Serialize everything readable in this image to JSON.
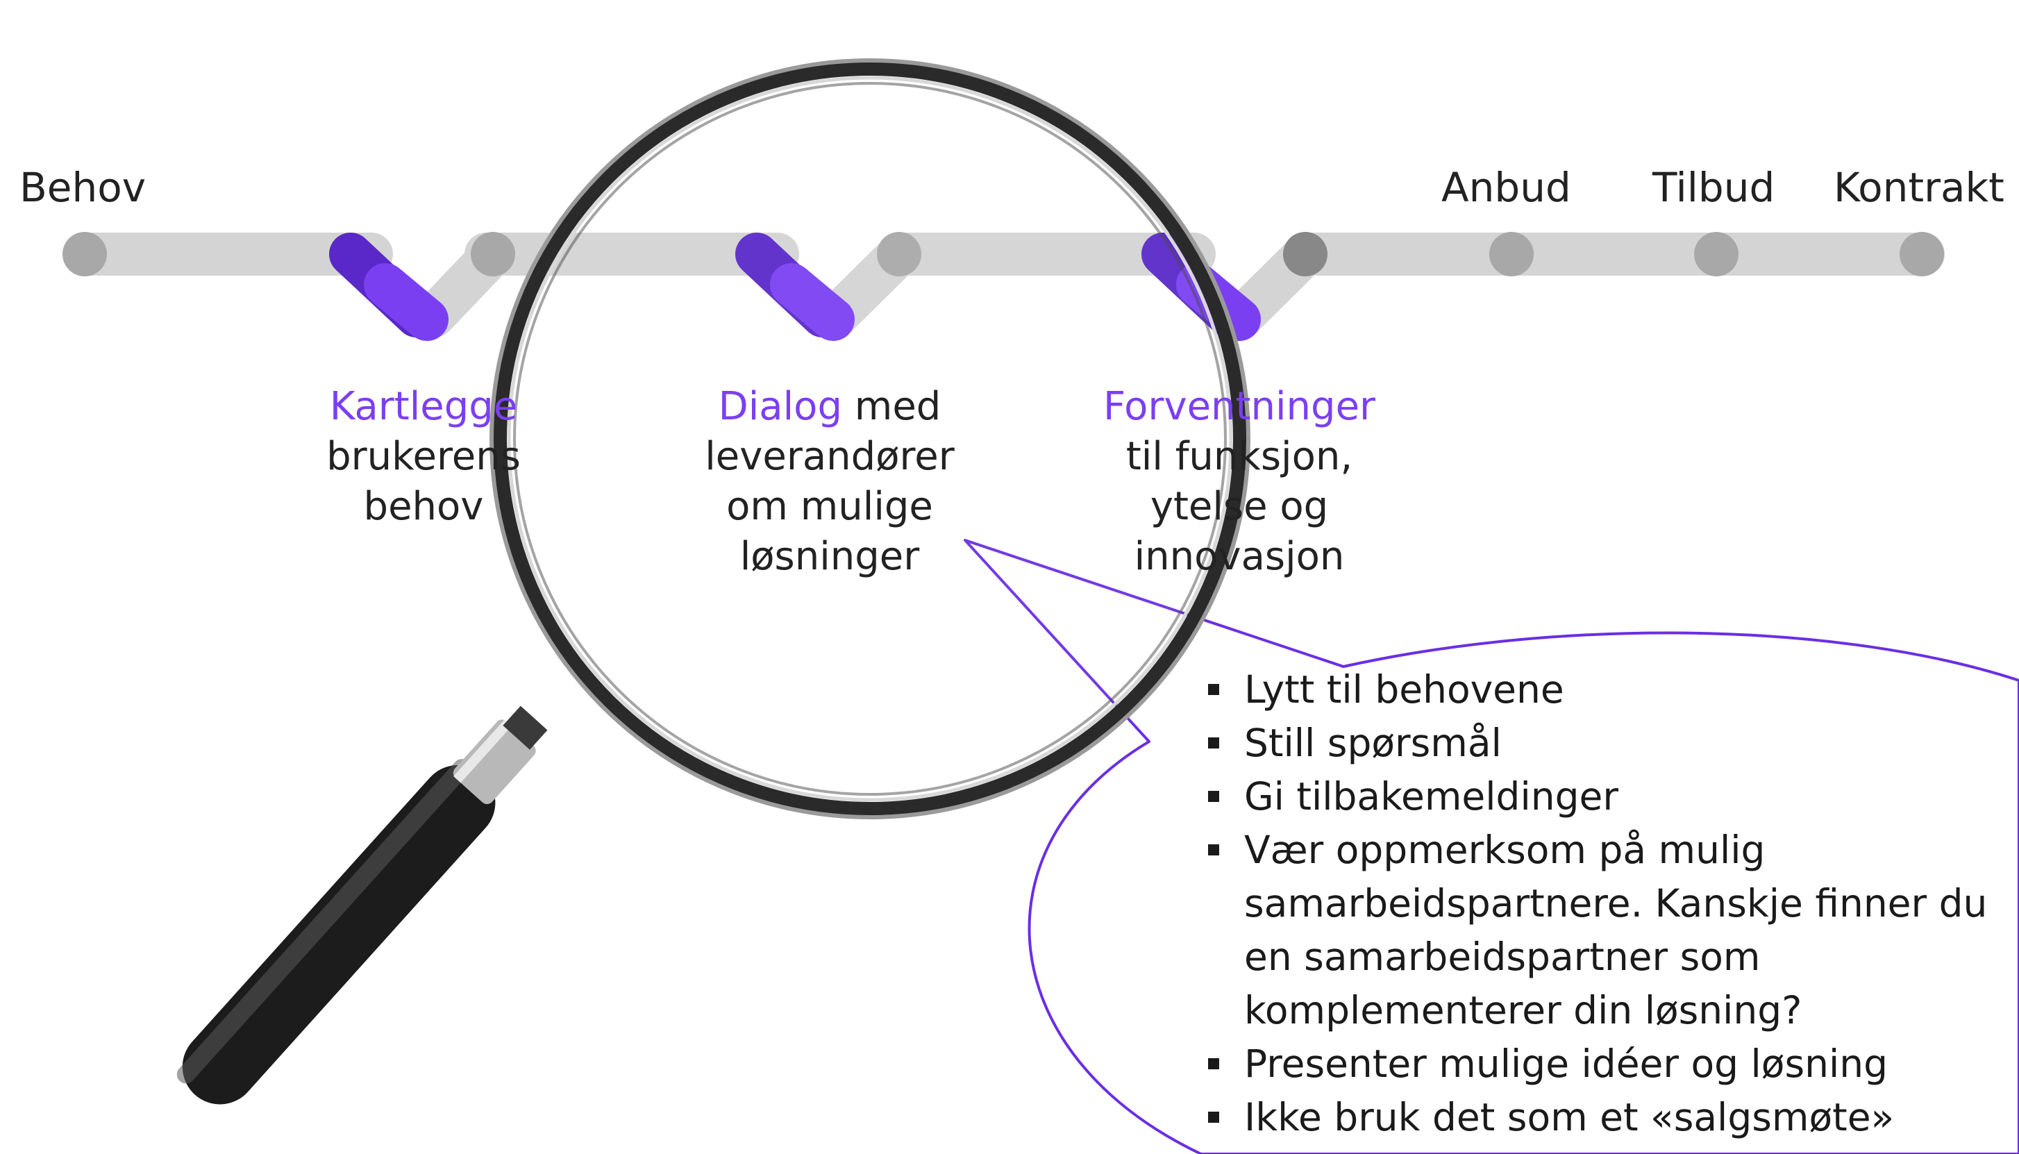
{
  "colors": {
    "accent": "#7b3ff2",
    "accent_dark": "#4b1fa8",
    "track": "#d2d2d2",
    "node": "#a9a9a9"
  },
  "timeline": {
    "start_label": "Behov",
    "end_labels": [
      "Anbud",
      "Tilbud",
      "Kontrakt"
    ]
  },
  "phases": [
    {
      "accent": "Kartlegge",
      "rest": "",
      "line2": "brukerens",
      "line3": "behov",
      "line4": ""
    },
    {
      "accent": "Dialog",
      "rest": " med",
      "line2": "leverandører",
      "line3": "om mulige",
      "line4": "løsninger"
    },
    {
      "accent": "Forventninger",
      "rest": "",
      "line2": "til funksjon,",
      "line3": "ytelse og",
      "line4": "innovasjon"
    }
  ],
  "callout": {
    "bullets": [
      "Lytt til behovene",
      "Still spørsmål",
      "Gi tilbakemeldinger",
      "Vær oppmerksom på mulig samarbeidspartnere. Kanskje finner du en samarbeidspartner som komplementerer din løsning?",
      "Presenter mulige idéer og løsning",
      "Ikke bruk det som et «salgsmøte»"
    ]
  },
  "icons": {
    "magnifier": "magnifying-glass-icon"
  }
}
